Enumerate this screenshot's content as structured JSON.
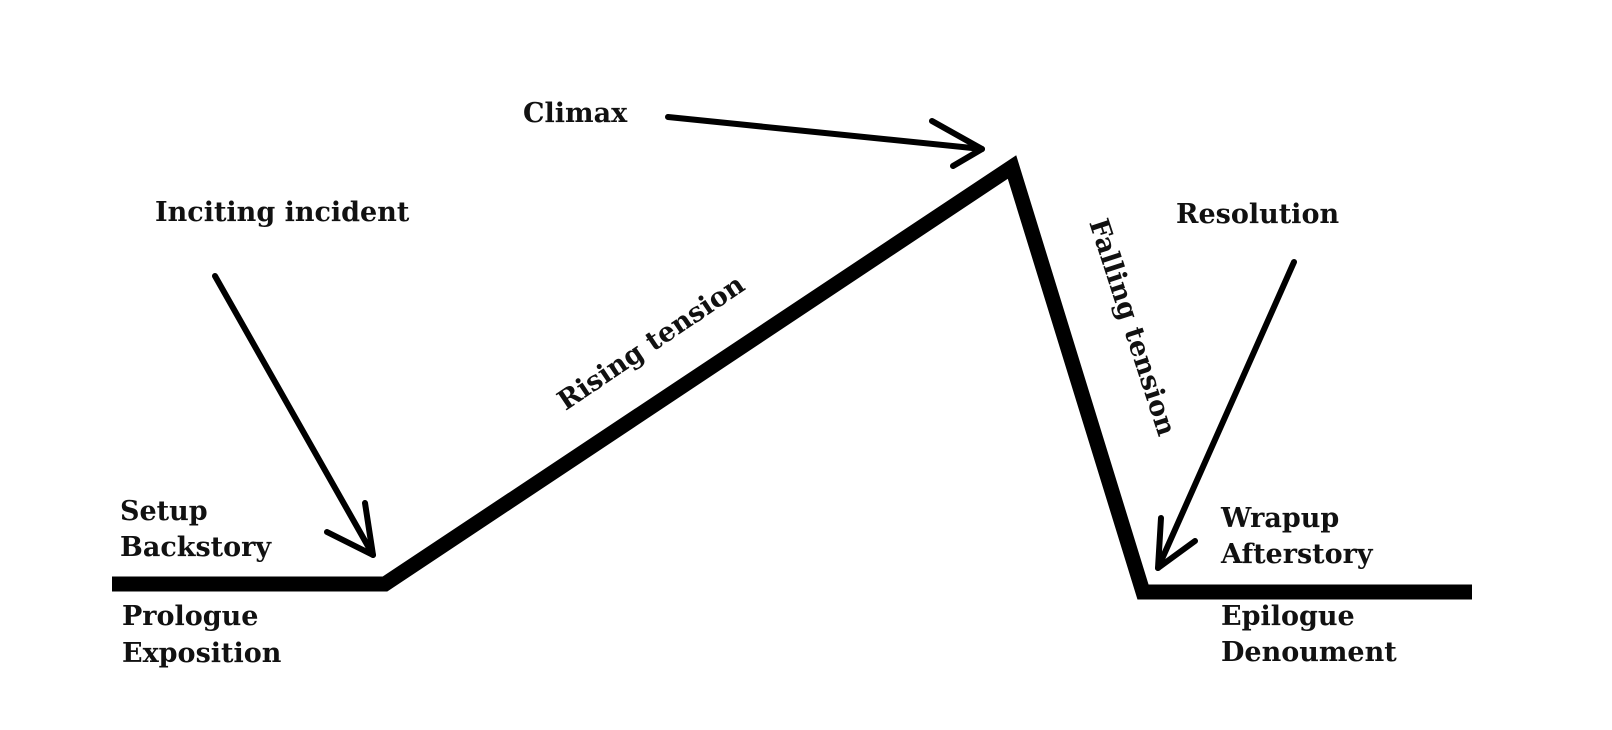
{
  "diagram": {
    "colors": {
      "line": "#000000",
      "text": "#111111",
      "background": "#ffffff"
    },
    "labels": {
      "climax": "Climax",
      "inciting_incident": "Inciting incident",
      "resolution": "Resolution",
      "rising_tension": "Rising tension",
      "falling_tension": "Falling tension",
      "setup": "Setup",
      "backstory": "Backstory",
      "prologue": "Prologue",
      "exposition": "Exposition",
      "wrapup": "Wrapup",
      "afterstory": "Afterstory",
      "epilogue": "Epilogue",
      "denoument": "Denoument"
    }
  }
}
